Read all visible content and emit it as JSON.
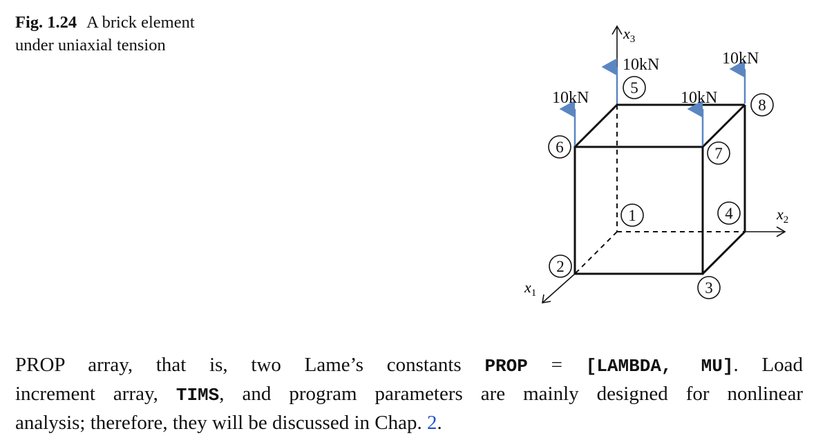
{
  "caption": {
    "label": "Fig. 1.24",
    "text_line1": "A brick element",
    "text_line2": "under uniaxial tension"
  },
  "figure": {
    "axes": {
      "x1": "x",
      "x1_sub": "1",
      "x2": "x",
      "x2_sub": "2",
      "x3": "x",
      "x3_sub": "3"
    },
    "nodes": [
      "1",
      "2",
      "3",
      "4",
      "5",
      "6",
      "7",
      "8"
    ],
    "loads": {
      "n5": "10kN",
      "n6": "10kN",
      "n7": "10kN",
      "n8": "10kN"
    },
    "colors": {
      "edge": "#111111",
      "load_arrow": "#5b86c2"
    }
  },
  "paragraph": {
    "l1_a": "PROP array, that is, two Lame’s constants",
    "prop": "PROP",
    "eq": "=",
    "arr": "[LAMBDA, MU]",
    "l1_b": ". Load",
    "l2_a": "increment array,",
    "tims": "TIMS",
    "l2_b": ", and program parameters are mainly designed for nonlinear",
    "l3_a": "analysis; therefore, they will be discussed in Chap.",
    "chap_link": "2",
    "l3_b": "."
  }
}
